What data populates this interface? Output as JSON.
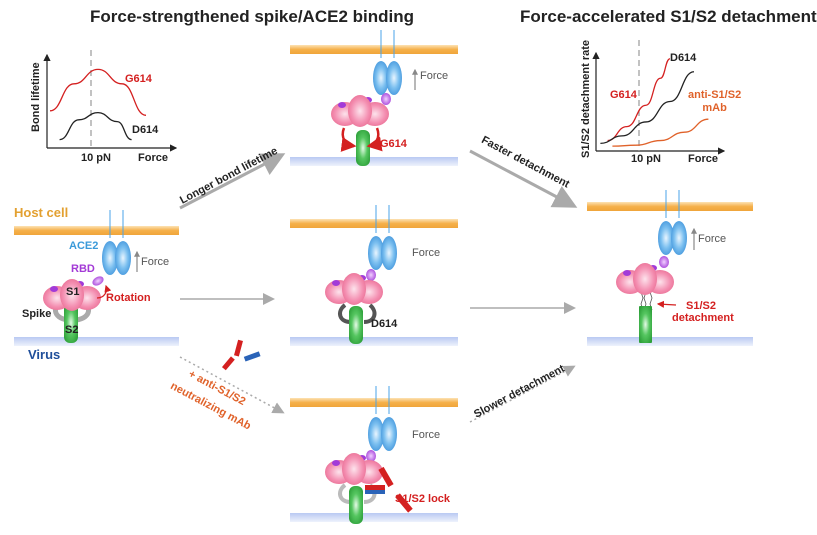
{
  "titles": {
    "left": "Force-strengthened spike/ACE2 binding",
    "right": "Force-accelerated S1/S2 detachment"
  },
  "colors": {
    "host_membrane": "#f5b04a",
    "virus_membrane": "#c9d6f5",
    "ace2": "#4aa3e8",
    "rbd": "#b04ae0",
    "s1": "#f07ba0",
    "s2": "#3cb54a",
    "red_text": "#d42020",
    "orange_text": "#e0622a",
    "blue_text": "#1f4e9a",
    "ace2_text": "#3a9ad9",
    "rbd_text": "#a33ad6",
    "host_text": "#e3a030",
    "arrow_gray": "#aaaaaa"
  },
  "labels": {
    "host_cell": "Host cell",
    "virus": "Virus",
    "ace2": "ACE2",
    "rbd": "RBD",
    "s1": "S1",
    "s2": "S2",
    "spike": "Spike",
    "rotation": "Rotation",
    "force": "Force",
    "g614": "G614",
    "d614": "D614",
    "s1s2_lock": "S1/S2 lock",
    "s1s2_detachment_line1": "S1/S2",
    "s1s2_detachment_line2": "detachment"
  },
  "arrows": {
    "longer_bond": "Longer bond lifetime",
    "faster": "Faster detachment",
    "slower": "Slower detachment",
    "mab_line1": "+ anti-S1/S2",
    "mab_line2": "neutralizing mAb"
  },
  "chart_data": [
    {
      "type": "line",
      "title": "",
      "xlabel": "Force",
      "ylabel": "Bond lifetime",
      "x_ticks": [
        "10 pN"
      ],
      "grid": false,
      "reference_line": {
        "x": 10,
        "style": "dashed"
      },
      "xlim": [
        0,
        25
      ],
      "ylim": [
        0,
        10
      ],
      "series": [
        {
          "name": "G614",
          "color": "#d42020",
          "x": [
            0,
            5,
            10,
            15,
            20
          ],
          "y": [
            3.8,
            6.8,
            8.4,
            6.8,
            3.3
          ]
        },
        {
          "name": "D614",
          "color": "#222222",
          "x": [
            2,
            6,
            10,
            14,
            17
          ],
          "y": [
            0.6,
            2.8,
            3.6,
            2.6,
            0.6
          ]
        }
      ]
    },
    {
      "type": "line",
      "title": "",
      "xlabel": "Force",
      "ylabel": "S1/S2 detachment rate",
      "x_ticks": [
        "10 pN"
      ],
      "grid": false,
      "reference_line": {
        "x": 10,
        "style": "dashed"
      },
      "xlim": [
        0,
        25
      ],
      "ylim": [
        0,
        10
      ],
      "series": [
        {
          "name": "G614",
          "color": "#d42020",
          "x": [
            2,
            6,
            10,
            13,
            15
          ],
          "y": [
            0.8,
            2.3,
            4.6,
            7.5,
            9.6
          ]
        },
        {
          "name": "D614",
          "color": "#222222",
          "x": [
            0.5,
            5,
            10,
            15,
            20
          ],
          "y": [
            0.5,
            1.3,
            2.8,
            5.0,
            8.2
          ]
        },
        {
          "name": "anti-S1/S2 mAb",
          "color": "#e0622a",
          "x": [
            3,
            8,
            13,
            18,
            23
          ],
          "y": [
            0.2,
            0.3,
            0.8,
            1.7,
            3.1
          ]
        }
      ]
    }
  ]
}
